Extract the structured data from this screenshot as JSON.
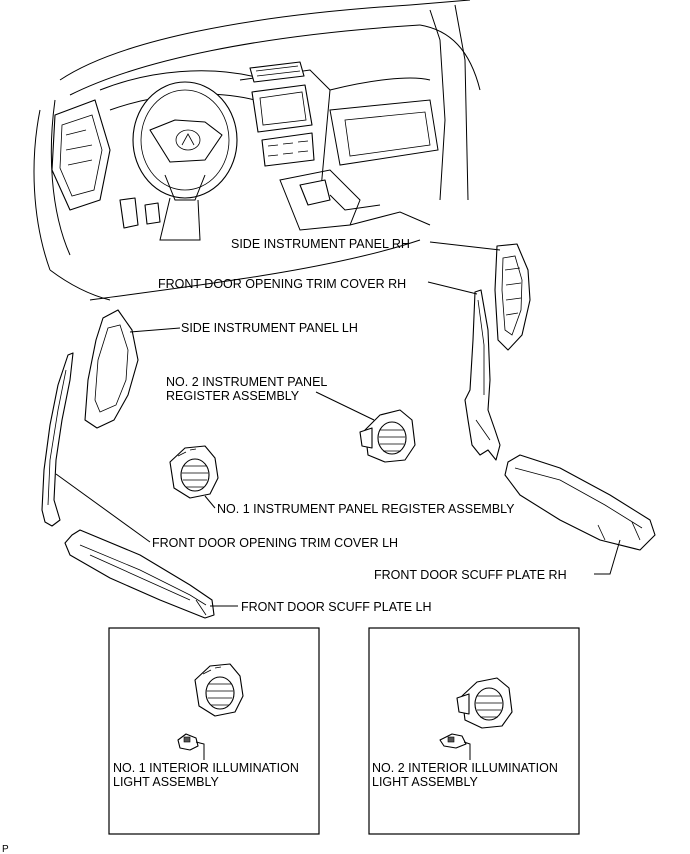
{
  "labels": {
    "side_panel_rh": "SIDE INSTRUMENT PANEL RH",
    "front_door_trim_rh": "FRONT DOOR OPENING TRIM COVER RH",
    "side_panel_lh": "SIDE INSTRUMENT PANEL LH",
    "register_no2_line1": "NO. 2 INSTRUMENT PANEL",
    "register_no2_line2": "REGISTER ASSEMBLY",
    "register_no1": "NO. 1 INSTRUMENT PANEL REGISTER ASSEMBLY",
    "front_door_trim_lh": "FRONT DOOR OPENING TRIM COVER LH",
    "scuff_plate_rh": "FRONT DOOR SCUFF PLATE RH",
    "scuff_plate_lh": "FRONT DOOR SCUFF PLATE LH",
    "illum_no1_line1": "NO. 1 INTERIOR ILLUMINATION",
    "illum_no1_line2": "LIGHT ASSEMBLY",
    "illum_no2_line1": "NO. 2 INTERIOR ILLUMINATION",
    "illum_no2_line2": "LIGHT ASSEMBLY",
    "corner_code": "P"
  }
}
